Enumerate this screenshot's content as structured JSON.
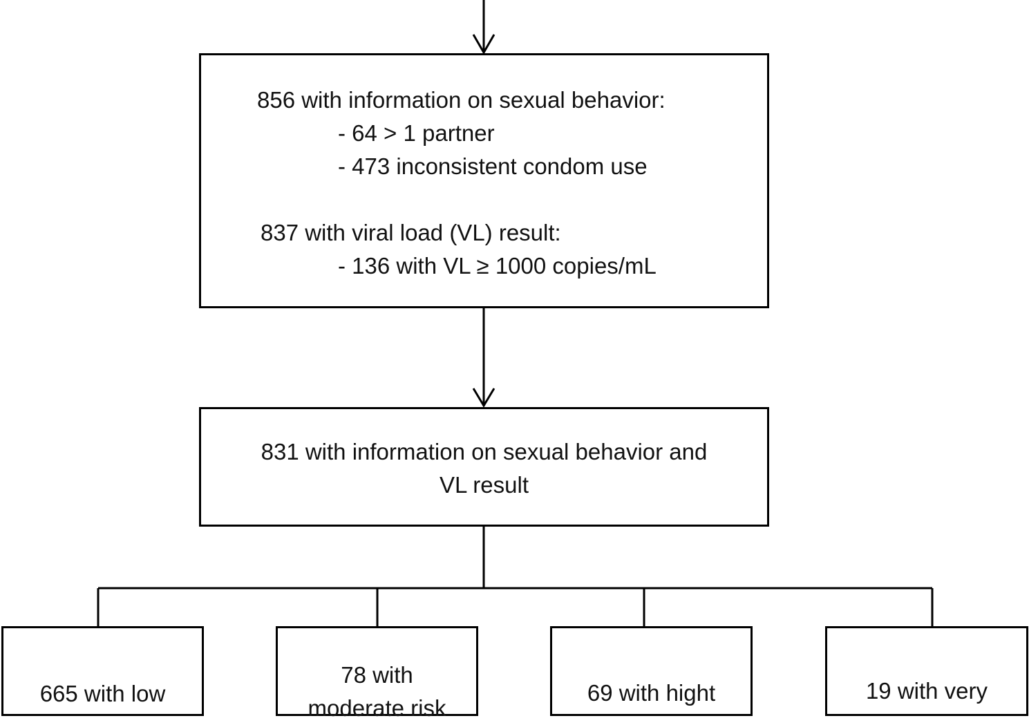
{
  "box_sexual_behavior_vl": {
    "sexual_behavior_heading": "856 with information on sexual behavior:",
    "sexual_behavior_items": [
      "-  64 > 1 partner",
      "-  473 inconsistent condom use"
    ],
    "viral_load_heading": "837 with viral load (VL) result:",
    "viral_load_items": [
      "-  136 with VL ≥ 1000 copies/mL"
    ]
  },
  "box_combined": {
    "line1": "831 with information on sexual behavior and",
    "line2": "VL result"
  },
  "risk_boxes": [
    {
      "lines": [
        "665 with low"
      ]
    },
    {
      "lines": [
        "78 with",
        "moderate risk"
      ]
    },
    {
      "lines": [
        "69 with hight"
      ]
    },
    {
      "lines": [
        "19 with very"
      ]
    }
  ]
}
